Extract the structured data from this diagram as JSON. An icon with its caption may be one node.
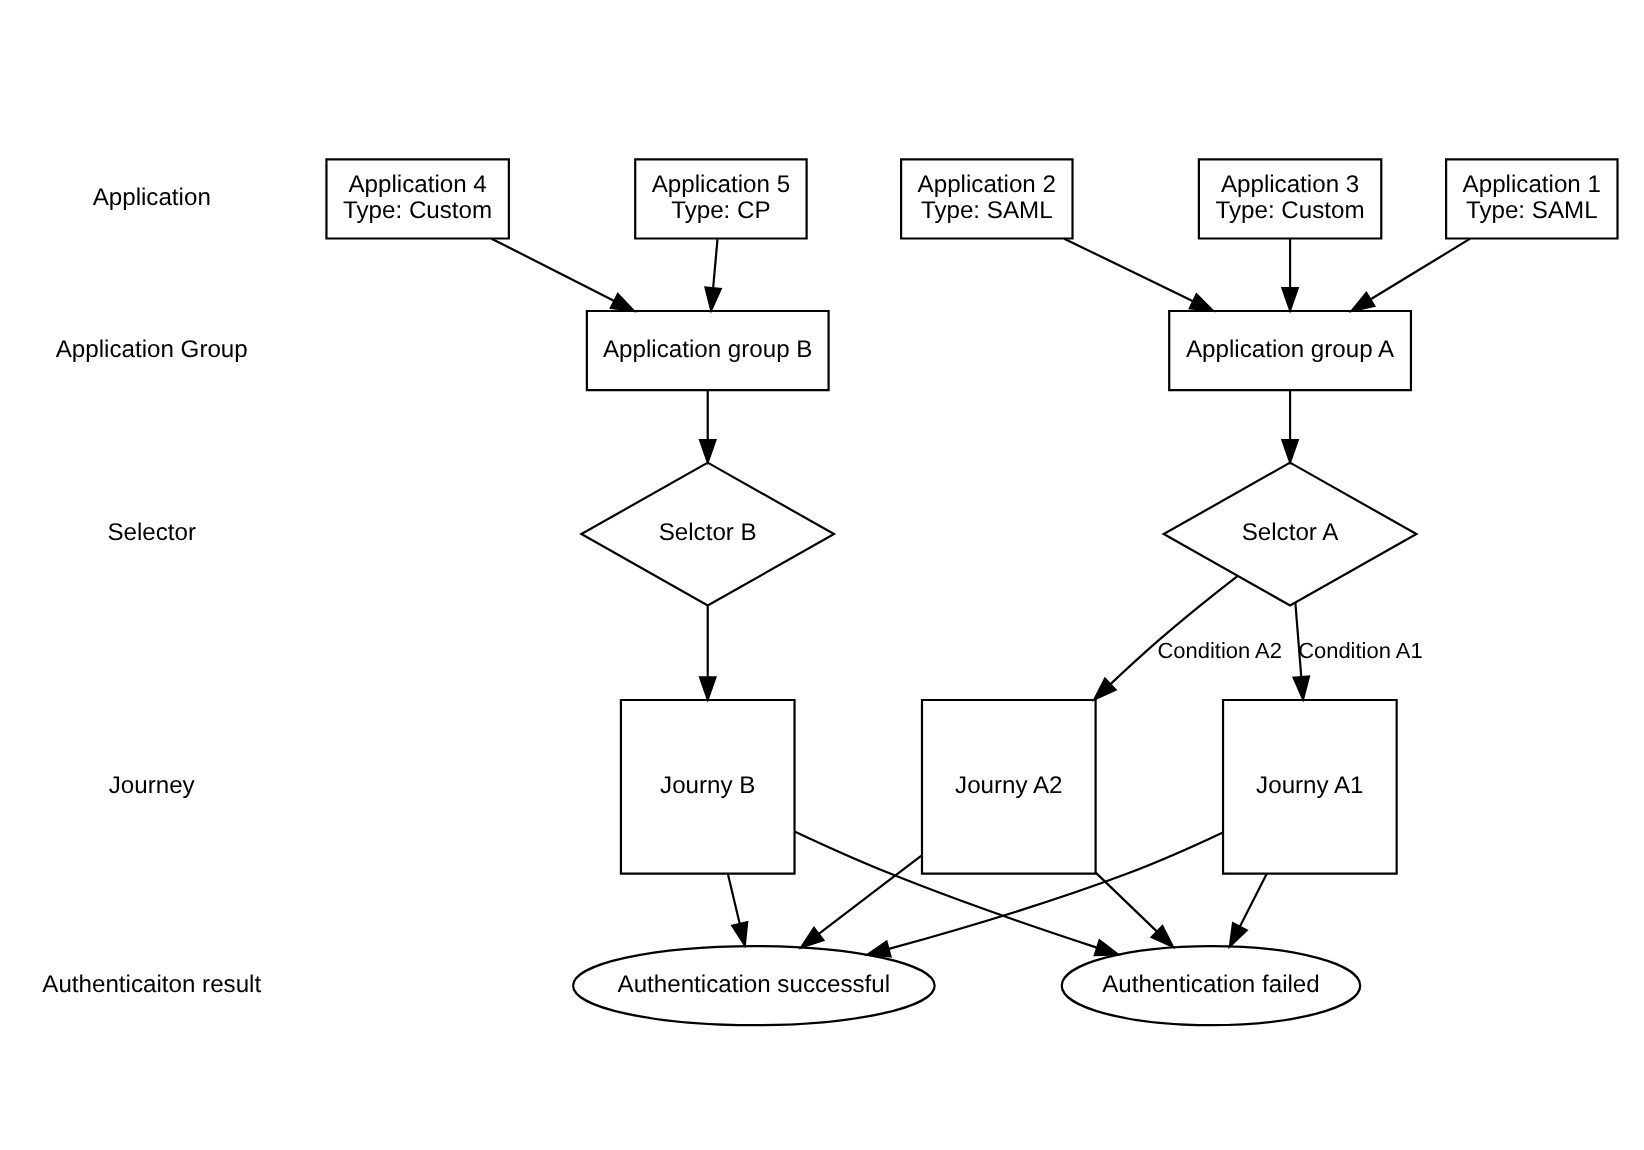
{
  "diagram": {
    "nodes": [
      {
        "text": [
          "Application 1",
          "Type: SAML"
        ]
      },
      {
        "text": [
          "Application 2",
          "Type: SAML"
        ]
      },
      {
        "text": [
          "Application 3",
          "Type: Custom"
        ]
      },
      {
        "text": [
          "Application 4",
          "Type: Custom"
        ]
      },
      {
        "text": [
          "Application 5",
          "Type: CP"
        ]
      },
      {
        "text": [
          "Application group A"
        ]
      },
      {
        "text": [
          "Application group B"
        ]
      },
      {
        "text": [
          "Selctor A"
        ]
      },
      {
        "text": [
          "Selctor B"
        ]
      },
      {
        "text": [
          "Journy A1"
        ]
      },
      {
        "text": [
          "Journy A2"
        ]
      },
      {
        "text": [
          "Journy B"
        ]
      },
      {
        "text": [
          "Authentication successful"
        ]
      },
      {
        "text": [
          "Authentication failed"
        ]
      }
    ],
    "edges": [
      {
        "from": 0,
        "to": 5,
        "arrow": "to"
      },
      {
        "from": 1,
        "to": 5,
        "arrow": "to"
      },
      {
        "from": 2,
        "to": 5,
        "arrow": "to"
      },
      {
        "from": 3,
        "to": 6,
        "arrow": "to"
      },
      {
        "from": 4,
        "to": 6,
        "arrow": "to"
      },
      {
        "from": 5,
        "to": 7,
        "arrow": "to"
      },
      {
        "from": 6,
        "to": 8,
        "arrow": "to"
      },
      {
        "from": 7,
        "to": 9,
        "arrow": "to",
        "label": "Condition A1"
      },
      {
        "from": 7,
        "to": 10,
        "arrow": "to",
        "label": "Condition A2"
      },
      {
        "from": 8,
        "to": 11,
        "arrow": "to"
      },
      {
        "from": 9,
        "to": 12,
        "arrow": "to"
      },
      {
        "from": 9,
        "to": 13,
        "arrow": "to"
      },
      {
        "from": 10,
        "to": 12,
        "arrow": "to"
      },
      {
        "from": 10,
        "to": 13,
        "arrow": "to"
      },
      {
        "from": 11,
        "to": 12,
        "arrow": "to"
      },
      {
        "from": 11,
        "to": 13,
        "arrow": "to"
      }
    ],
    "labels": [
      "Application",
      "Application Group",
      "Selector",
      "Journey",
      "Authenticaiton result"
    ]
  }
}
